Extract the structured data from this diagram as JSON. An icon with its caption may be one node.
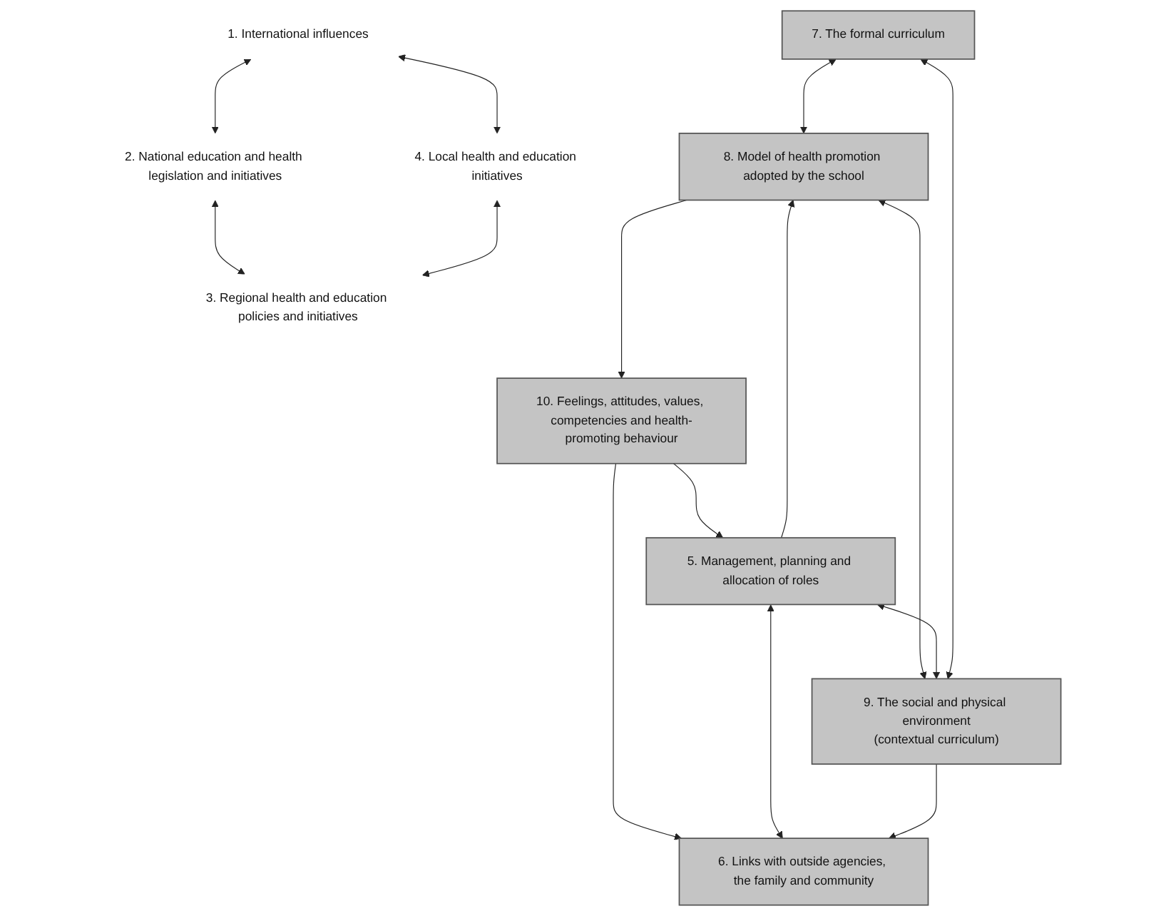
{
  "diagram": {
    "nodes": [
      {
        "text": [
          "1. International influences"
        ]
      },
      {
        "text": [
          "2. National education and health legislation and initiatives"
        ]
      },
      {
        "text": [
          "7. The formal curriculum"
        ]
      },
      {
        "text": [
          "5. Management, planning and allocation of roles"
        ]
      },
      {
        "text": [
          "8. Model of health promotion adopted by the school"
        ]
      },
      {
        "text": [
          "10. Feelings, attitudes, values, competencies and health-promoting behaviour"
        ]
      },
      {
        "text": [
          "6. Links with outside agencies, the family and community"
        ]
      },
      {
        "text": [
          "9. The social and physical environment",
          "(contextual curriculum)"
        ]
      },
      {
        "text": [
          "4. Local health and education initiatives"
        ]
      },
      {
        "text": [
          "3. Regional health and education policies and initiatives"
        ]
      }
    ],
    "edges": [
      {
        "from": 0,
        "to": 1,
        "arrow": "both"
      },
      {
        "from": 0,
        "to": 8,
        "arrow": "both"
      },
      {
        "from": 1,
        "to": 9,
        "arrow": "both"
      },
      {
        "from": 8,
        "to": 9,
        "arrow": "both"
      },
      {
        "from": 5,
        "to": 3,
        "arrow": "to"
      },
      {
        "from": 5,
        "to": 6,
        "arrow": "to"
      },
      {
        "from": 3,
        "to": 4,
        "arrow": "to"
      },
      {
        "from": 2,
        "to": 4,
        "arrow": "both"
      },
      {
        "from": 4,
        "to": 7,
        "arrow": "both"
      },
      {
        "from": 4,
        "to": 5,
        "arrow": "to"
      },
      {
        "from": 3,
        "to": 6,
        "arrow": "both"
      },
      {
        "from": 7,
        "to": 6,
        "arrow": "to"
      },
      {
        "from": 3,
        "to": 7,
        "arrow": "both"
      },
      {
        "from": 2,
        "to": 7,
        "arrow": "both"
      }
    ]
  }
}
